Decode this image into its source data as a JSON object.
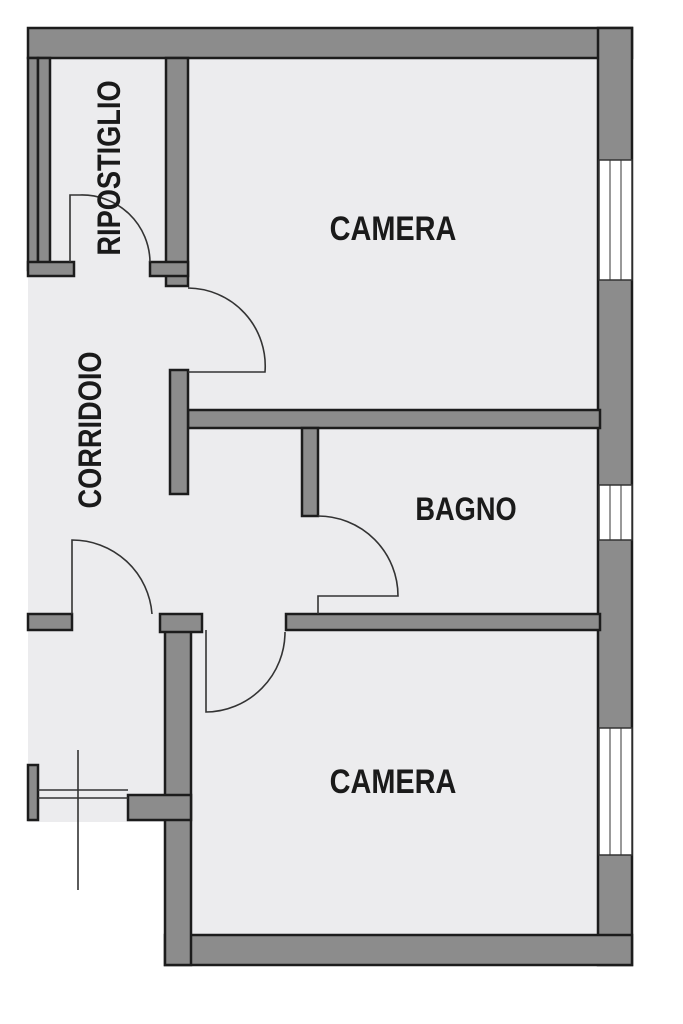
{
  "plan": {
    "rooms": {
      "camera_top": "CAMERA",
      "ripostiglio": "RIPOSTIGLIO",
      "corridoio": "CORRIDOIO",
      "bagno": "BAGNO",
      "camera_bottom": "CAMERA"
    },
    "colors": {
      "wall": "#8c8c8c",
      "floor": "#ececee",
      "outline": "#1c1c1c"
    }
  }
}
